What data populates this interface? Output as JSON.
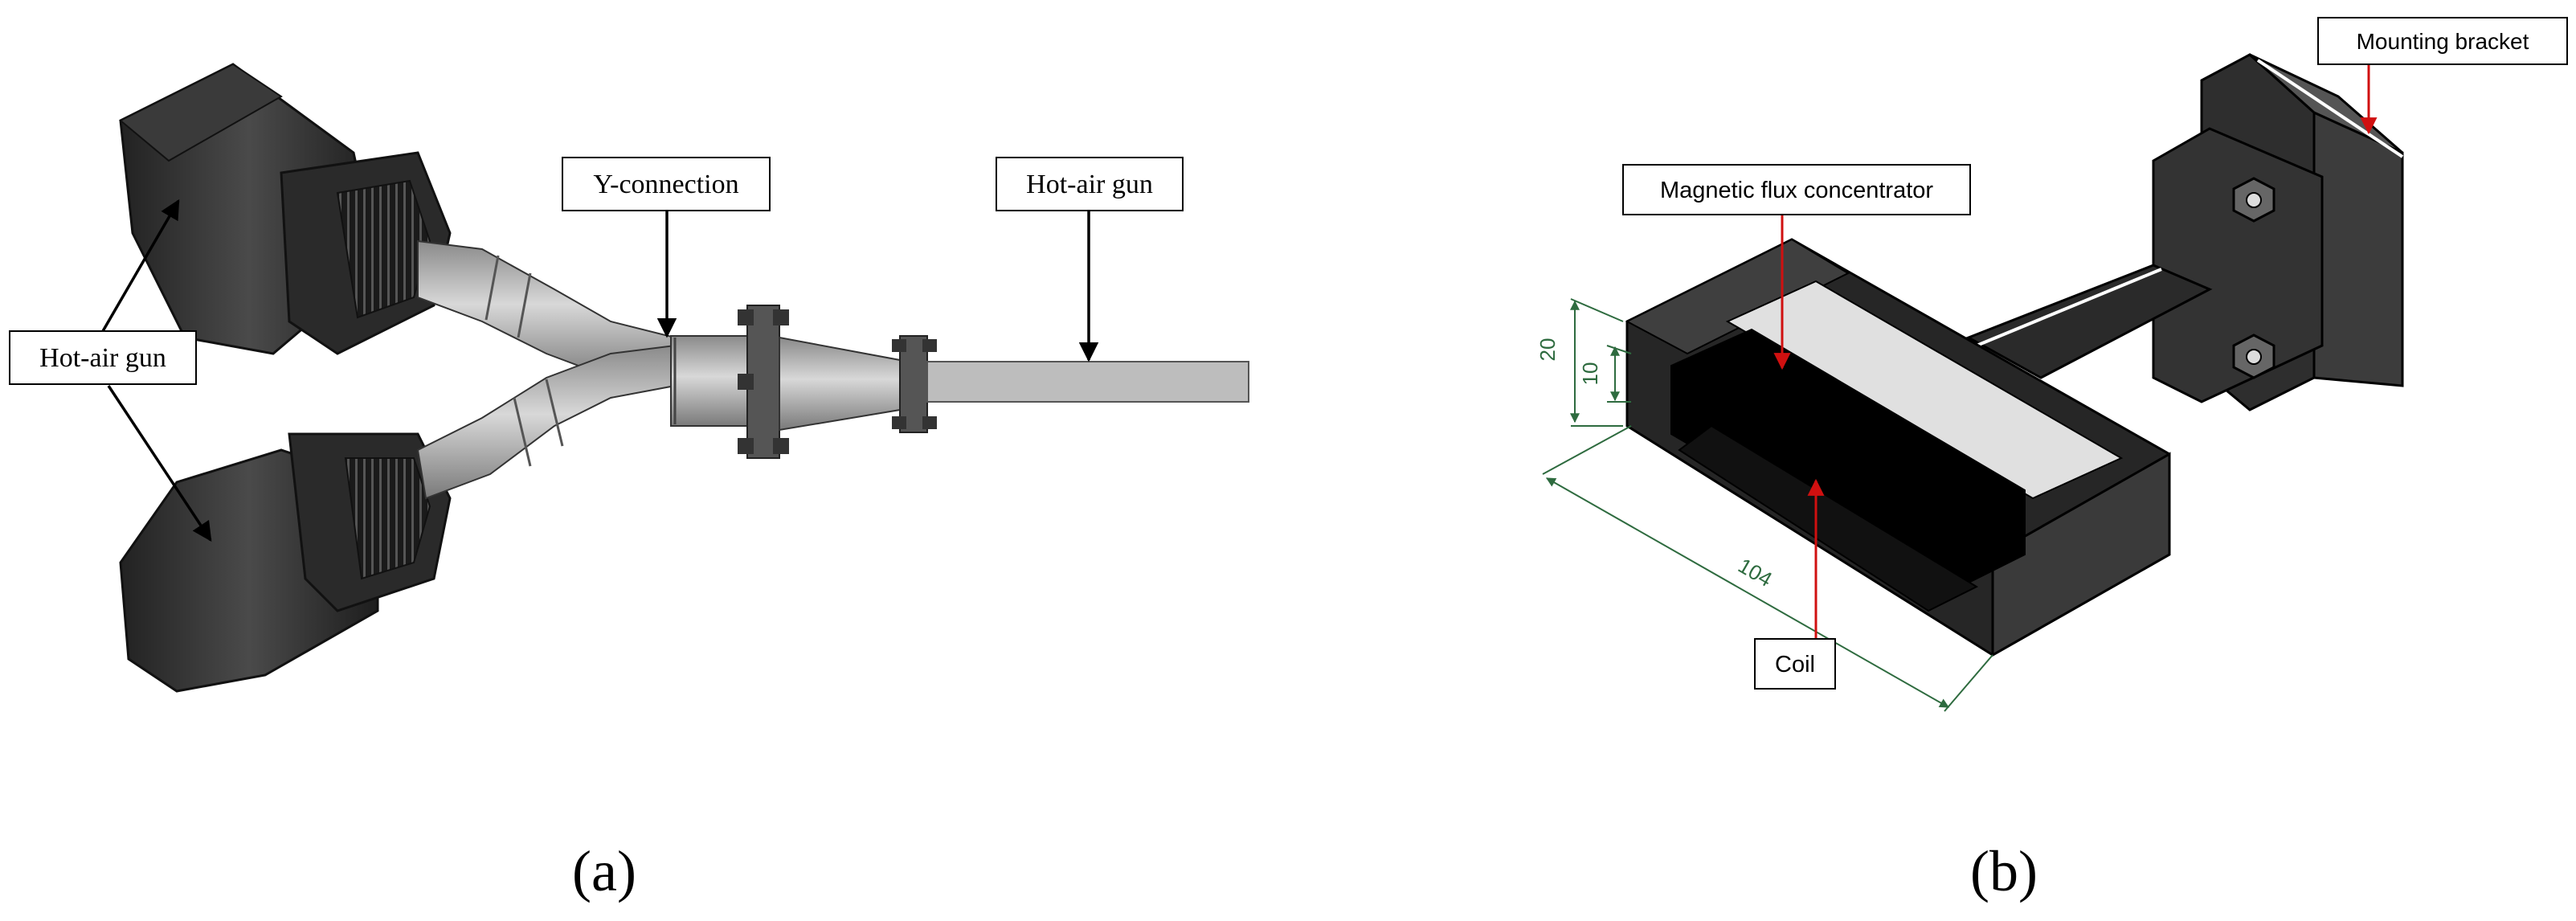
{
  "panels": [
    {
      "caption": "(a)",
      "labels": {
        "hot_air_gun_left": "Hot-air gun",
        "y_connection": "Y-connection",
        "hot_air_gun_right": "Hot-air gun"
      }
    },
    {
      "caption": "(b)",
      "labels": {
        "mounting_bracket": "Mounting bracket",
        "magnetic_flux_concentrator": "Magnetic flux concentrator",
        "coil": "Coil"
      },
      "dimensions": {
        "height_outer": "20",
        "height_inner": "10",
        "length": "104"
      }
    }
  ],
  "colors": {
    "part_dark": "#2e2e2e",
    "part_mid": "#4a4a4a",
    "pipe_light": "#b9b9b9",
    "leader_black": "#000000",
    "leader_red": "#d01010",
    "dimension_green": "#2e6b3f"
  }
}
